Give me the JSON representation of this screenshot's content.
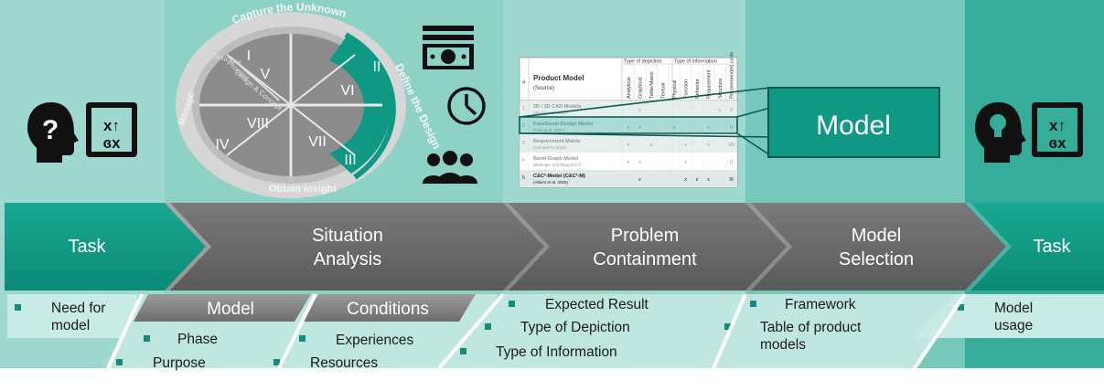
{
  "colors": {
    "teal_dark": "#0f9985",
    "teal_panel": "#7fcdc0",
    "teal_light": "#c7e8e2",
    "gray_arrow": "#6a6a6a",
    "bullet": "#15897a"
  },
  "icons": {
    "task_start_head": "head-question-icon",
    "task_start_strategy": "strategy-board-icon",
    "money": "money-icon",
    "clock": "clock-icon",
    "people": "people-icon",
    "task_end_head": "head-lightbulb-icon",
    "task_end_strategy": "strategy-board-icon"
  },
  "cycle": {
    "top_label": "Capture the Unknown",
    "right_label": "Define the Design",
    "bottom_label": "Obtain Insight",
    "left_label": "Manage",
    "numerals": [
      "I",
      "II",
      "III",
      "IV",
      "V",
      "VI",
      "VII",
      "VIII"
    ],
    "inner_small_labels": [
      "Process",
      "Structure",
      "Design & Concept"
    ]
  },
  "table": {
    "header_col1": "#",
    "header_model": "Product Model",
    "header_source": "(Source)",
    "group1": "Type of depiction",
    "group2": "Type of information",
    "depiction_cols": [
      "Analytical",
      "Graphical",
      "Table/Matrix",
      "Textual",
      "Physical"
    ],
    "information_cols": [
      "Function",
      "Behavior",
      "Requirement",
      "Structure",
      "Recommended cycle"
    ],
    "rows": [
      {
        "num": "1",
        "name": "2D / 3D CAD Models",
        "source": "(Wood et al. 2010)",
        "marks": [
          "",
          "x",
          "",
          "",
          "",
          "",
          "",
          "",
          "x",
          "V"
        ]
      },
      {
        "num": "2",
        "name": "Functional Design Model",
        "source": "(Pahl et al. 2007)",
        "marks": [
          "x",
          "x",
          "",
          "",
          "x",
          "",
          "",
          "x",
          "",
          "II"
        ]
      },
      {
        "num": "3",
        "name": "Requirement Matrix",
        "source": "(Cai and Fu 2014)",
        "marks": [
          "x",
          "",
          "x",
          "",
          "",
          "x",
          "",
          "x",
          "",
          "VII"
        ]
      },
      {
        "num": "4",
        "name": "Bond Graph Model",
        "source": "(Bosinger and Stieg 2017)",
        "marks": [
          "x",
          "x",
          "",
          "",
          "",
          "x",
          "",
          "",
          "",
          "II"
        ]
      },
      {
        "num": "5",
        "name": "C&C²-Model (C&C²-M)",
        "source": "(Albers et al. 2005)",
        "marks": [
          "",
          "x",
          "",
          "",
          "",
          "x",
          "x",
          "x",
          "",
          "III"
        ]
      }
    ]
  },
  "model_box": {
    "label": "Model"
  },
  "steps": [
    {
      "id": "task-start",
      "title_lines": [
        "Task"
      ],
      "bullets": [
        "Need for model"
      ]
    },
    {
      "id": "situation-analysis",
      "title_lines": [
        "Situation",
        "Analysis"
      ],
      "sub_model": {
        "header": "Model",
        "bullets": [
          "Phase",
          "Purpose"
        ]
      },
      "sub_conditions": {
        "header": "Conditions",
        "bullets": [
          "Experiences",
          "Resources"
        ]
      }
    },
    {
      "id": "problem-containment",
      "title_lines": [
        "Problem",
        "Containment"
      ],
      "bullets": [
        "Expected Result",
        "Type of Depiction",
        "Type of Information"
      ]
    },
    {
      "id": "model-selection",
      "title_lines": [
        "Model",
        "Selection"
      ],
      "bullets": [
        "Framework",
        "Table of product models"
      ]
    },
    {
      "id": "task-end",
      "title_lines": [
        "Task"
      ],
      "bullets": [
        "Model usage"
      ]
    }
  ]
}
